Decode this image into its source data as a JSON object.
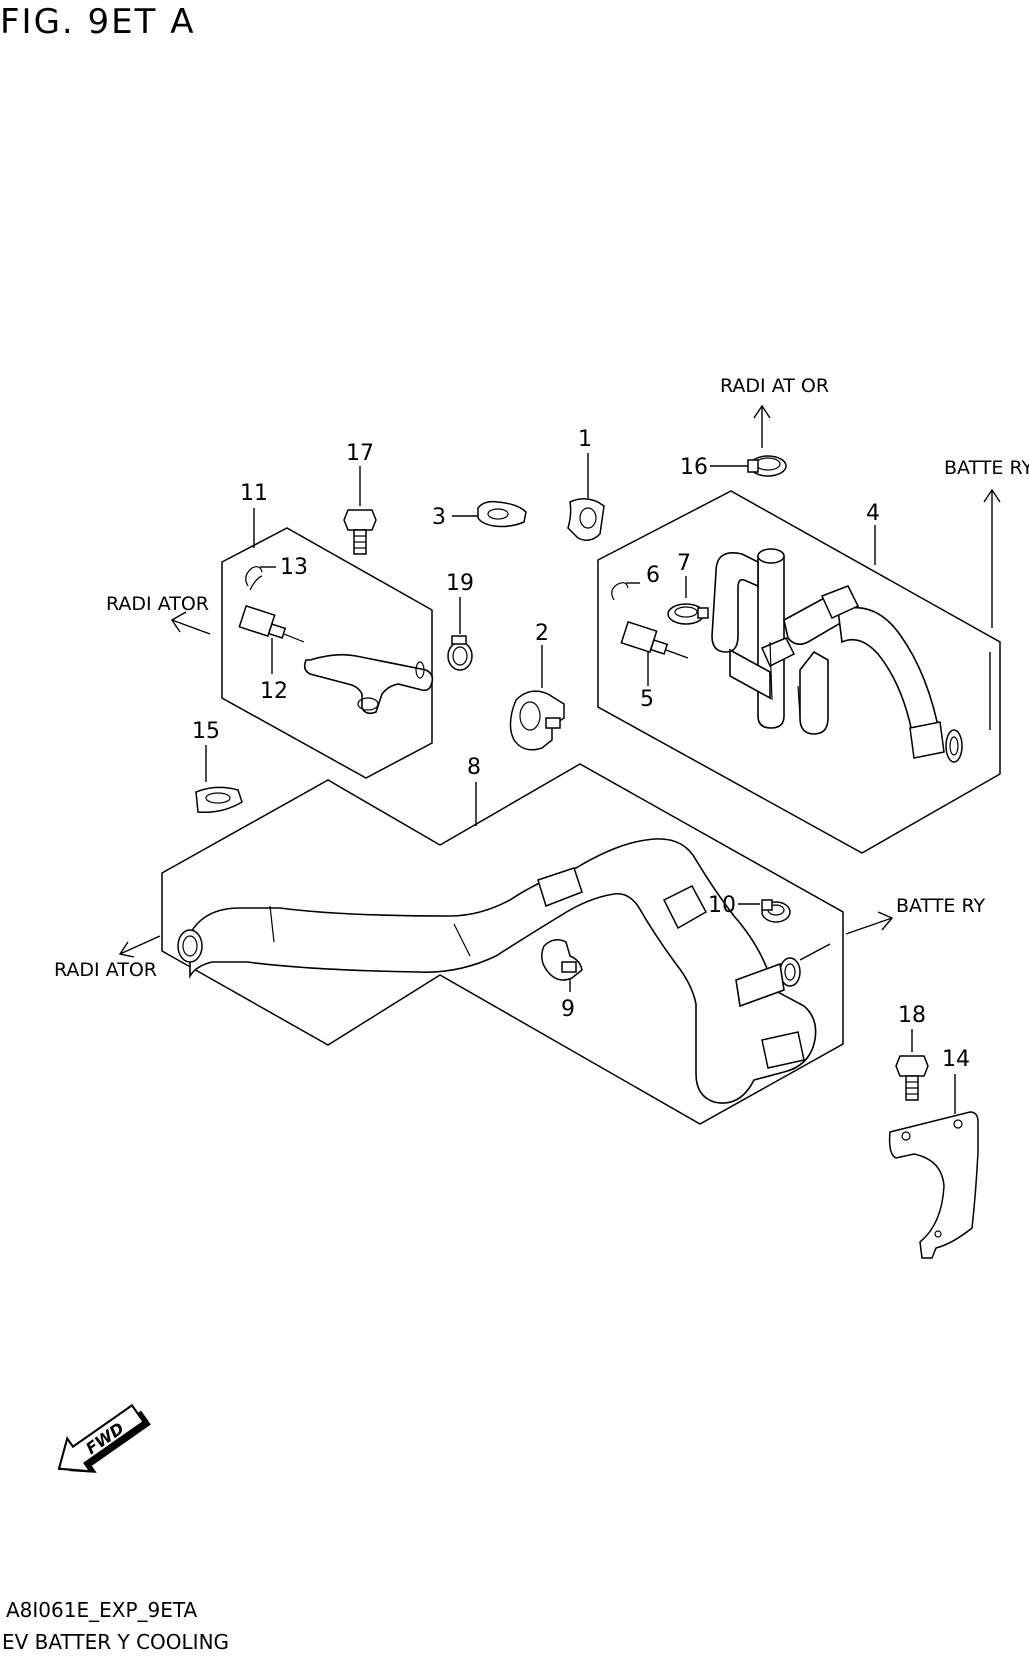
{
  "figure": {
    "title": "FIG. 9ET A",
    "footer_code": "A8I061E_EXP_9ETA",
    "footer_name": "EV BATTER Y COOLING"
  },
  "callouts": [
    {
      "id": "1",
      "label": "1"
    },
    {
      "id": "2",
      "label": "2"
    },
    {
      "id": "3",
      "label": "3"
    },
    {
      "id": "4",
      "label": "4"
    },
    {
      "id": "5",
      "label": "5"
    },
    {
      "id": "6",
      "label": "6"
    },
    {
      "id": "7",
      "label": "7"
    },
    {
      "id": "8",
      "label": "8"
    },
    {
      "id": "9",
      "label": "9"
    },
    {
      "id": "10",
      "label": "10"
    },
    {
      "id": "11",
      "label": "11"
    },
    {
      "id": "12",
      "label": "12"
    },
    {
      "id": "13",
      "label": "13"
    },
    {
      "id": "14",
      "label": "14"
    },
    {
      "id": "15",
      "label": "15"
    },
    {
      "id": "16",
      "label": "16"
    },
    {
      "id": "17",
      "label": "17"
    },
    {
      "id": "18",
      "label": "18"
    },
    {
      "id": "19",
      "label": "19"
    }
  ],
  "directions": {
    "radiator_top": "RADI AT OR",
    "battery_top": "BATTE RY",
    "radiator_left": "RADI ATOR",
    "radiator_lower": "RADI ATOR",
    "battery_right": "BATTE RY"
  },
  "fwd_badge": "FWD"
}
